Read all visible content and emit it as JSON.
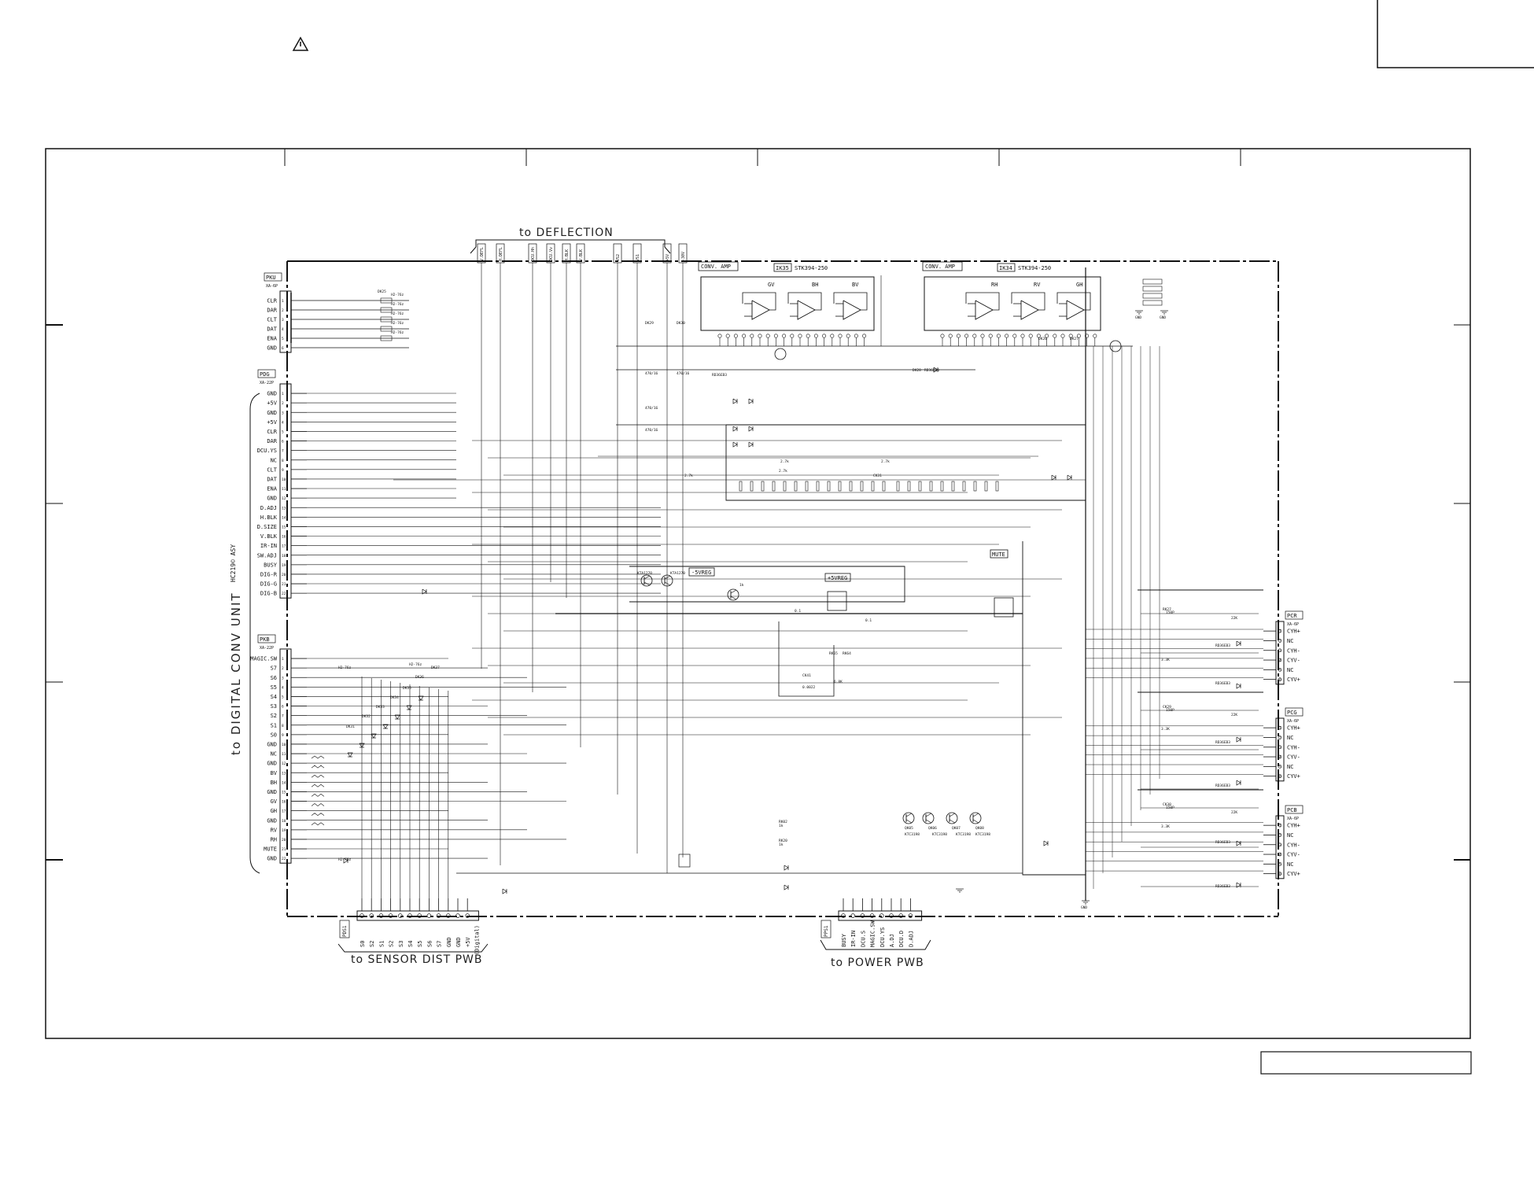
{
  "labels": {
    "deflection": "to DEFLECTION",
    "digital_conv": "to DIGITAL CONV UNIT",
    "digital_conv_assy": "HC219© ASY",
    "sensor_dist": "to SENSOR DIST PWB",
    "power_pwb": "to POWER PWB"
  },
  "conv_amp_left": {
    "box": "CONV. AMP",
    "ic": "IK35",
    "part": "STK394-250",
    "channels": [
      "GV",
      "BH",
      "BV"
    ]
  },
  "conv_amp_right": {
    "box": "CONV. AMP",
    "ic": "IK34",
    "part": "STK394-250",
    "channels": [
      "RH",
      "RV",
      "GH"
    ]
  },
  "connectors": {
    "pku": {
      "ref": "PKU",
      "type": "XA-6P",
      "pins": [
        "CLR",
        "DAR",
        "CLT",
        "DAT",
        "ENA",
        "GND"
      ]
    },
    "pdg": {
      "ref": "PDG",
      "type": "XA-22P",
      "pins": [
        "GND",
        "+5V",
        "GND",
        "+5V",
        "CLR",
        "DAR",
        "DCU.YS",
        "NC",
        "CLT",
        "DAT",
        "ENA",
        "GND",
        "D.ADJ",
        "H.BLK",
        "D.SIZE",
        "V.BLK",
        "IR-IN",
        "SW.ADJ",
        "BUSY",
        "DIG-R",
        "DIG-G",
        "DIG-B"
      ]
    },
    "pkb": {
      "ref": "PKB",
      "type": "XA-22P",
      "pins": [
        "MAGIC.SW",
        "S7",
        "S6",
        "S5",
        "S4",
        "S3",
        "S2",
        "S1",
        "S0",
        "GND",
        "NC",
        "GND",
        "BV",
        "BH",
        "GND",
        "GV",
        "GH",
        "GND",
        "RV",
        "RH",
        "MUTE",
        "GND"
      ]
    },
    "pcr": {
      "ref": "PCR",
      "type": "XA-6P",
      "pins": [
        "CYH+",
        "NC",
        "CYH-",
        "CYV-",
        "NC",
        "CYV+"
      ]
    },
    "pcg": {
      "ref": "PCG",
      "type": "XA-6P",
      "pins": [
        "CYH+",
        "NC",
        "CYH-",
        "CYV-",
        "NC",
        "CYV+"
      ]
    },
    "pcb": {
      "ref": "PCB",
      "type": "XA-6P",
      "pins": [
        "CYH+",
        "NC",
        "CYH-",
        "CYV-",
        "NC",
        "CYV+"
      ]
    }
  },
  "bottom_left": {
    "ref": "PDS1",
    "pins": [
      "S0",
      "S2",
      "S1",
      "S2",
      "S3",
      "S4",
      "S5",
      "S6",
      "S7",
      "GND",
      "GND",
      "+5V"
    ],
    "note": "(Digital)"
  },
  "bottom_right": {
    "ref": "PPS1",
    "pins": [
      "BUSY",
      "IR-IN",
      "DCU.S",
      "MAGIC.SW",
      "DCU.YS",
      "A.DJ",
      "DCU.D",
      "D.ADJ"
    ]
  },
  "deflection_tags": [
    "V.DEFL",
    "H.DEFL",
    "DCU.Hh",
    "DCU.Vv",
    "H.BLK",
    "V.BLK",
    "VS2",
    "VS1",
    "+5V",
    "-30V"
  ],
  "regulators": {
    "neg": "-5VREG",
    "pos": "+5VREG",
    "mute": "MUTE"
  },
  "parts": {
    "diode_top": "H2-76z",
    "cap_bias": "470/16",
    "r_big": "2.7k",
    "r_small": "1k",
    "transistor": "KTC3198",
    "transistor_pnp": "KTA1270",
    "diode_std": "RD36EB3",
    "cap_150p": "150P",
    "r_33k": "3.3K",
    "r_22k": "22K",
    "r_68k": "6.8K",
    "cap_0022": "0.0022",
    "cap_01": "0.1"
  },
  "part_refs": [
    "DK25",
    "DK26",
    "DK27",
    "DK28",
    "DK29",
    "DK30",
    "DK31",
    "DK32",
    "DK33",
    "DK34",
    "DK35",
    "DK36",
    "DK37",
    "QK05",
    "QK06",
    "QK07",
    "QK08",
    "RK64",
    "RK65",
    "CK41",
    "RK02",
    "RK20",
    "RK27",
    "CK29",
    "CK30",
    "CK31"
  ],
  "gnd_labels": [
    "GND",
    "GND",
    "GND"
  ]
}
